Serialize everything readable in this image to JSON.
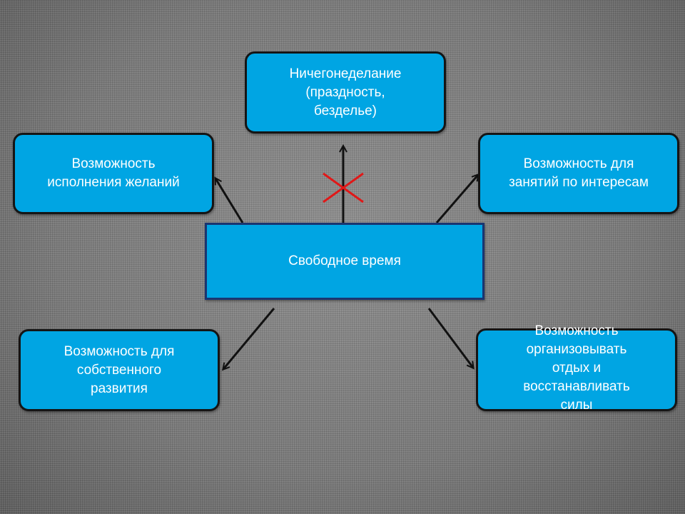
{
  "diagram": {
    "center": {
      "label": "Свободное время"
    },
    "top": {
      "label": "Ничегонеделание\n(праздность,\nбезделье)"
    },
    "left_top": {
      "label": "Возможность\nисполнения желаний"
    },
    "right_top": {
      "label": "Возможность для\nзанятий по интересам"
    },
    "left_bottom": {
      "label": "Возможность для\nсобственного\nразвития"
    },
    "right_bottom": {
      "label": "Возможность\nорганизовывать\nотдых и\nвосстанавливать\nсилы"
    }
  },
  "colors": {
    "box_fill": "#00a5e3",
    "box_border": "#151515",
    "center_border": "#1a3570",
    "arrow": "#111111",
    "cross": "#e01818"
  }
}
